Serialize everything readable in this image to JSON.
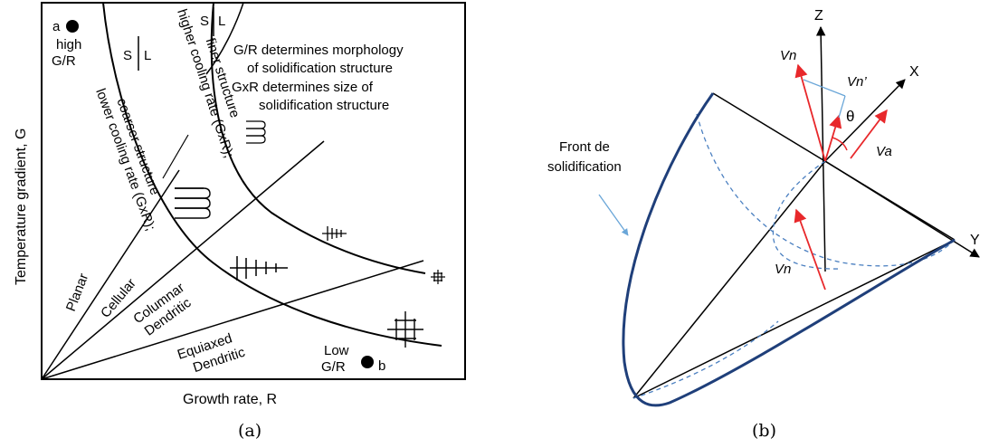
{
  "panel_a": {
    "caption": "(a)",
    "y_axis_label": "Temperature gradient, G",
    "x_axis_label": "Growth rate, R",
    "point_a": {
      "letter": "a",
      "line1": "high",
      "line2": "G/R"
    },
    "point_b": {
      "line1": "Low",
      "line2": "G/R",
      "letter": "b"
    },
    "sl_label_s": "S",
    "sl_label_l": "L",
    "note_line1": "G/R determines morphology",
    "note_line2": "of solidification structure",
    "note_line3": "GxR determines size of",
    "note_line4": "solidification structure",
    "higher_rate_line1": "higher cooling rate (GxR);",
    "higher_rate_line2": "finer structure",
    "lower_rate_line1": "lower cooling rate (GxR);",
    "lower_rate_line2": "coarser structure",
    "regions": {
      "planar": "Planar",
      "cellular": "Cellular",
      "columnar_line1": "Columnar",
      "columnar_line2": "Dendritic",
      "equiaxed_line1": "Equiaxed",
      "equiaxed_line2": "Dendritic"
    }
  },
  "panel_b": {
    "caption": "(b)",
    "axis_z": "Z",
    "axis_x": "X",
    "axis_y": "Y",
    "theta": "θ",
    "front_line1": "Front de",
    "front_line2": "solidification",
    "vn_top": "Vn",
    "vn_prime": "Vn’",
    "va": "Va",
    "vn_bottom": "Vn",
    "colors": {
      "curve": "#1f3f7a",
      "dashed": "#4a7fc0",
      "vector": "#e8282b",
      "leader": "#6aa6d8"
    }
  }
}
